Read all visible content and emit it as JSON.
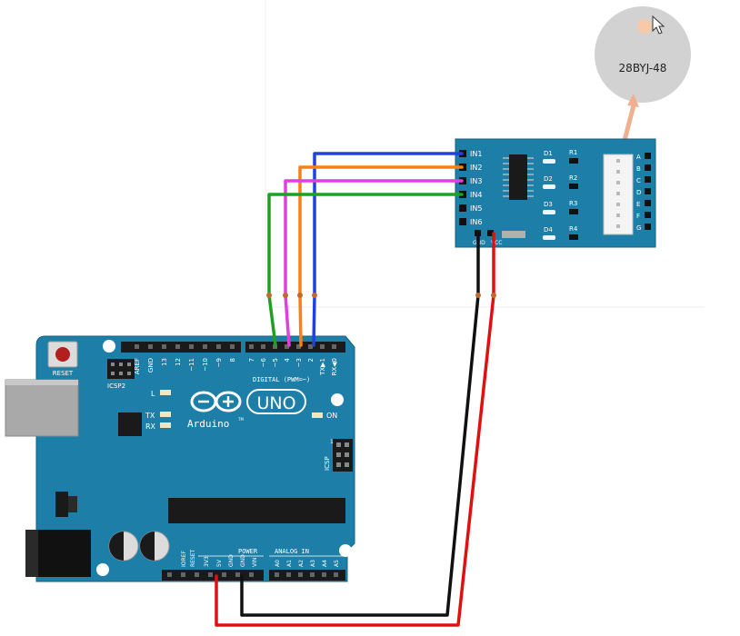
{
  "motor": {
    "label": "28BYJ-48"
  },
  "driver": {
    "inputs": [
      "IN1",
      "IN2",
      "IN3",
      "IN4",
      "IN5",
      "IN6"
    ],
    "leds": [
      "D1",
      "D2",
      "D3",
      "D4"
    ],
    "resistors": [
      "R1",
      "R2",
      "R3",
      "R4"
    ],
    "connector_pins": [
      "A",
      "B",
      "C",
      "D",
      "E",
      "F",
      "G"
    ],
    "power_labels": [
      "GND",
      "VCC"
    ]
  },
  "arduino": {
    "brand": "Arduino",
    "trademark": "TM",
    "model": "UNO",
    "reset_label": "RESET",
    "icsp2_label": "ICSP2",
    "icsp_label": "ICSP",
    "icsp_pin_1": "1",
    "digital_label": "DIGITAL (PWM=~)",
    "digital_left": [
      "AREF",
      "GND",
      "13",
      "12",
      "~11",
      "~10",
      "~9",
      "8"
    ],
    "digital_right": [
      "7",
      "~6",
      "~5",
      "4",
      "~3",
      "2",
      "TX▶1",
      "RX◀0"
    ],
    "leds": [
      "L",
      "TX",
      "RX"
    ],
    "on_label": "ON",
    "power_label": "POWER",
    "power_pins": [
      "IOREF",
      "RESET",
      "3V3",
      "5V",
      "GND",
      "GND",
      "VIN"
    ],
    "analog_label": "ANALOG IN",
    "analog_pins": [
      "A0",
      "A1",
      "A2",
      "A3",
      "A4",
      "A5"
    ]
  },
  "colors": {
    "board_blue": "#1d7fa8",
    "wire_in1": "#2040e0",
    "wire_in2": "#ff7f10",
    "wire_in3": "#e040e0",
    "wire_in4": "#20a020",
    "wire_gnd": "#101010",
    "wire_vcc": "#e01010",
    "motor_cable": "#f0b090"
  }
}
